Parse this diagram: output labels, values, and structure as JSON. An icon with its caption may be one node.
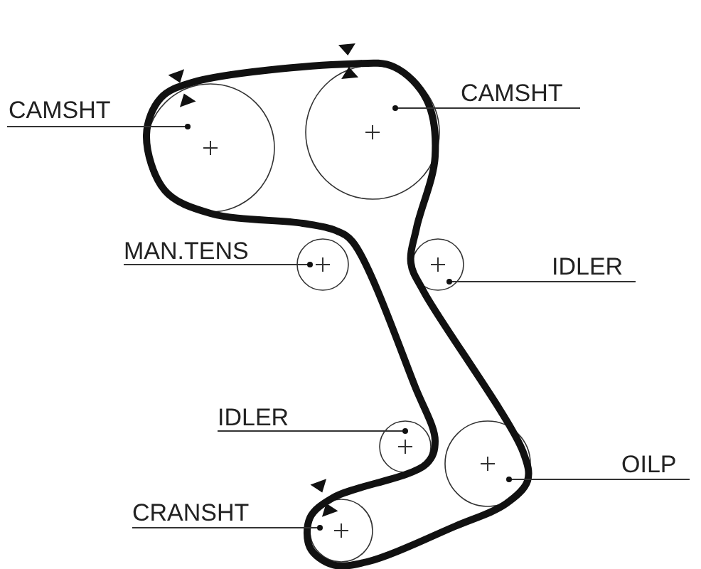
{
  "diagram": {
    "nodes": [
      {
        "text": [
          "CAMSHT"
        ]
      },
      {
        "text": [
          "CAMSHT"
        ]
      },
      {
        "text": [
          "MAN.TENS"
        ]
      },
      {
        "text": [
          "IDLER"
        ]
      },
      {
        "text": [
          "IDLER"
        ]
      },
      {
        "text": [
          "OILP"
        ]
      },
      {
        "text": [
          "CRANSHT"
        ]
      },
      {
        "text": [],
        "shape": "circle"
      },
      {
        "text": [],
        "shape": "circle"
      },
      {
        "text": [],
        "shape": "circle"
      },
      {
        "text": [],
        "shape": "circle"
      },
      {
        "text": [],
        "shape": "circle"
      },
      {
        "text": [],
        "shape": "circle"
      },
      {
        "text": [],
        "shape": "circle"
      }
    ],
    "edges": [
      {
        "from": 0,
        "to": 7,
        "arrow": "other"
      },
      {
        "from": 1,
        "to": 8,
        "arrow": "other"
      },
      {
        "from": 2,
        "to": 9,
        "arrow": "other"
      },
      {
        "from": 3,
        "to": 10,
        "arrow": "other"
      },
      {
        "from": 4,
        "to": 11,
        "arrow": "other"
      },
      {
        "from": 5,
        "to": 12,
        "arrow": "other"
      },
      {
        "from": 6,
        "to": 13,
        "arrow": "other"
      }
    ]
  }
}
